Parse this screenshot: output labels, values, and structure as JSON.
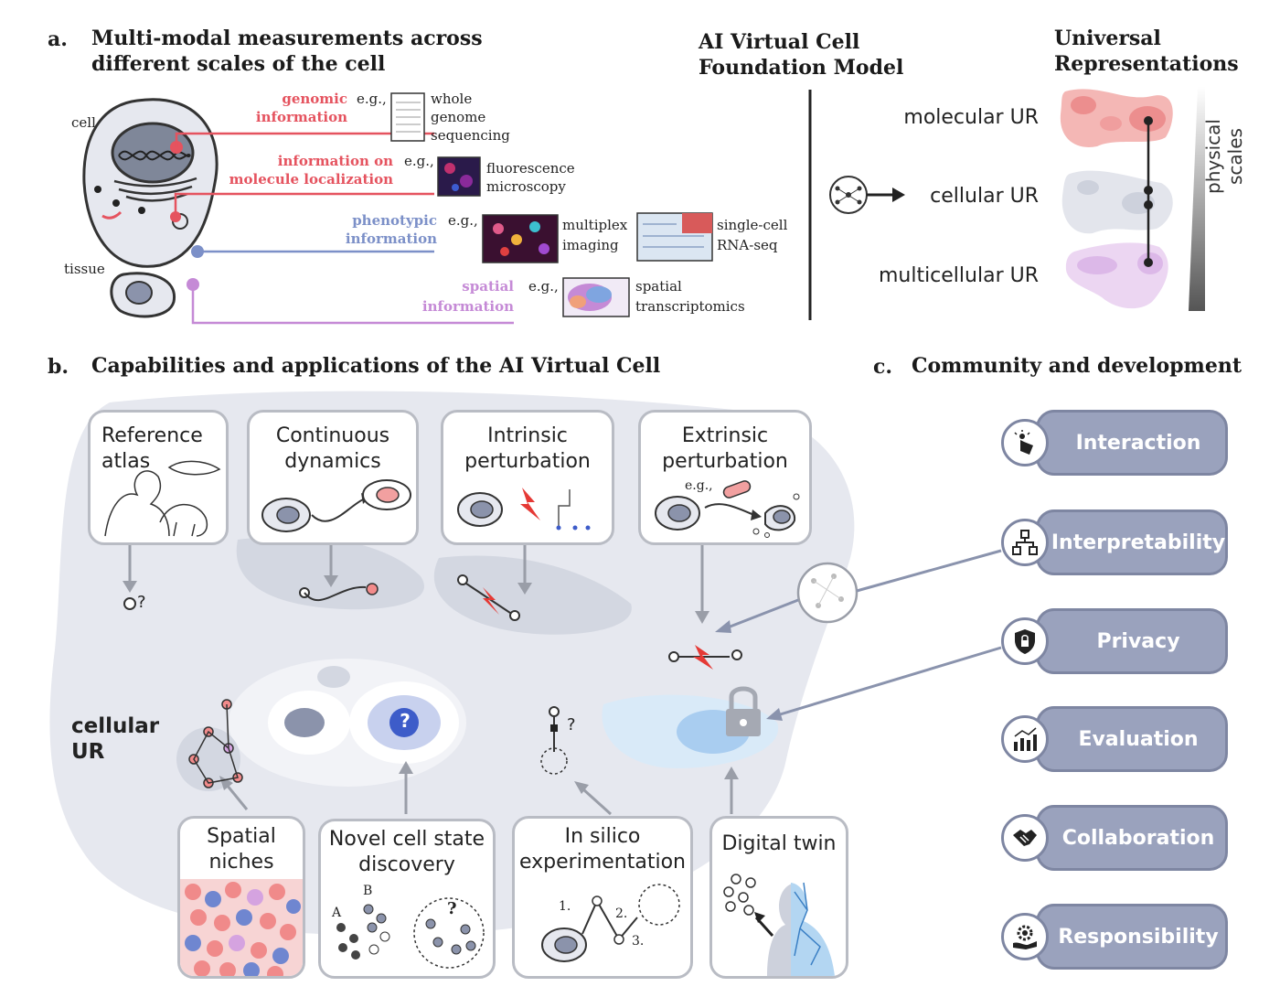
{
  "panel_a": {
    "letter": "a.",
    "title_line1": "Multi-modal measurements across",
    "title_line2": "different scales of the cell",
    "cell_label": "cell",
    "tissue_label": "tissue",
    "genomic_line1": "genomic",
    "genomic_line2": "information",
    "genomic_eg": "e.g.,",
    "genomic_ex_line1": "whole",
    "genomic_ex_line2": "genome",
    "genomic_ex_line3": "sequencing",
    "loc_line1": "information on",
    "loc_line2": "molecule localization",
    "loc_eg": "e.g.,",
    "loc_ex_line1": "fluorescence",
    "loc_ex_line2": "microscopy",
    "pheno_line1": "phenotypic",
    "pheno_line2": "information",
    "pheno_eg": "e.g.,",
    "pheno_ex1_line1": "multiplex",
    "pheno_ex1_line2": "imaging",
    "pheno_ex2_line1": "single-cell",
    "pheno_ex2_line2": "RNA-seq",
    "spatial_line1": "spatial",
    "spatial_line2": "information",
    "spatial_eg": "e.g.,",
    "spatial_ex_line1": "spatial",
    "spatial_ex_line2": "transcriptomics",
    "model_line1": "AI Virtual Cell",
    "model_line2": "Foundation Model",
    "ur_title_line1": "Universal",
    "ur_title_line2": "Representations",
    "ur_molecular": "molecular UR",
    "ur_cellular": "cellular UR",
    "ur_multicellular": "multicellular UR",
    "physical_scales": "physical scales"
  },
  "panel_b": {
    "letter": "b.",
    "title": "Capabilities and applications of the AI Virtual Cell",
    "cellular_ur_line1": "cellular",
    "cellular_ur_line2": "UR",
    "top_cards": [
      {
        "line1": "Reference",
        "line2": "atlas"
      },
      {
        "line1": "Continuous",
        "line2": "dynamics"
      },
      {
        "line1": "Intrinsic",
        "line2": "perturbation"
      },
      {
        "line1": "Extrinsic",
        "line2": "perturbation",
        "eg": "e.g.,"
      }
    ],
    "bottom_cards": [
      {
        "line1": "Spatial",
        "line2": "niches"
      },
      {
        "line1": "Novel cell state",
        "line2": "discovery",
        "label_a": "A",
        "label_b": "B",
        "qmark": "?"
      },
      {
        "line1": "In silico",
        "line2": "experimentation",
        "step1": "1.",
        "step2": "2.",
        "step3": "3."
      },
      {
        "line1": "Digital twin"
      }
    ],
    "qmark_atlas": "?",
    "qmark_discovery": "?",
    "qmark_silico": "?"
  },
  "panel_c": {
    "letter": "c.",
    "title": "Community and development",
    "items": [
      {
        "label": "Interaction",
        "icon": "touch-icon"
      },
      {
        "label": "Interpretability",
        "icon": "hierarchy-icon"
      },
      {
        "label": "Privacy",
        "icon": "shield-lock-icon"
      },
      {
        "label": "Evaluation",
        "icon": "bar-chart-icon"
      },
      {
        "label": "Collaboration",
        "icon": "handshake-icon"
      },
      {
        "label": "Responsibility",
        "icon": "gear-hand-icon"
      }
    ]
  },
  "colors": {
    "genomic": "#e5535f",
    "phenotypic": "#7c90c8",
    "spatial": "#c58ad6",
    "pill": "#9aa2bd",
    "landscape": "#e6e8ef"
  }
}
